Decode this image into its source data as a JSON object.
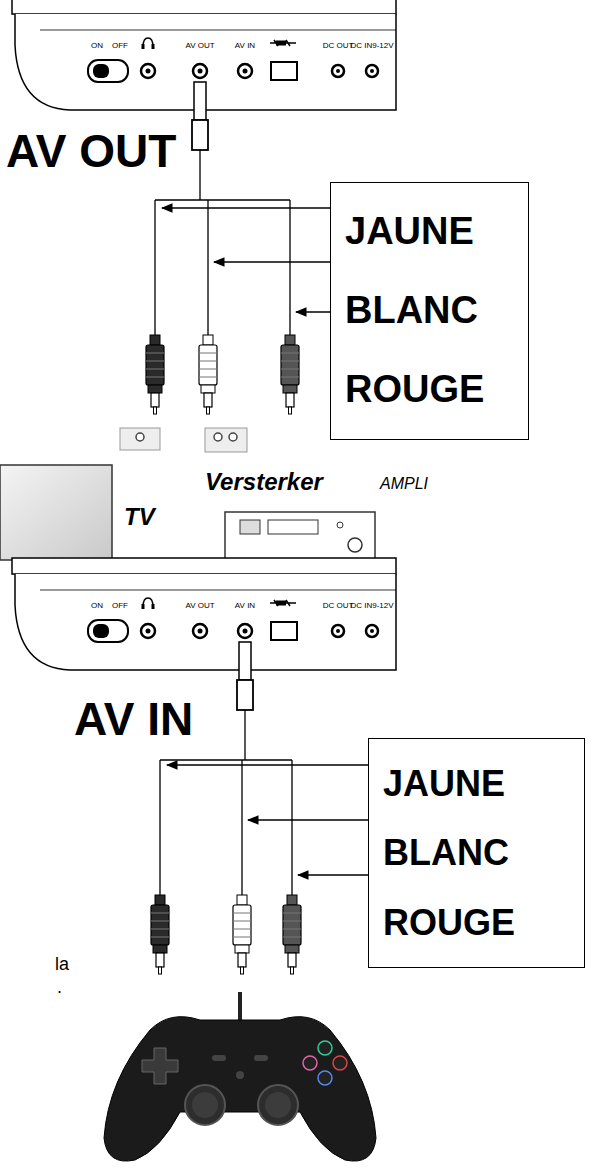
{
  "diagram": {
    "nodes": [
      {
        "text": [
          "JAUNE",
          "BLANC",
          "ROUGE"
        ]
      },
      {
        "text": [
          "JAUNE",
          "BLANC",
          "ROUGE"
        ]
      }
    ],
    "labels": [
      "ON",
      "OFF",
      "AV OUT",
      "AV IN",
      "DC OUT",
      "DC IN9-12V",
      "AV OUT",
      "TV",
      "Versterker",
      "AMPLI",
      "ON",
      "OFF",
      "AV OUT",
      "AV IN",
      "DC OUT",
      "DC IN9-12V",
      "AV IN",
      "la",
      "."
    ]
  }
}
